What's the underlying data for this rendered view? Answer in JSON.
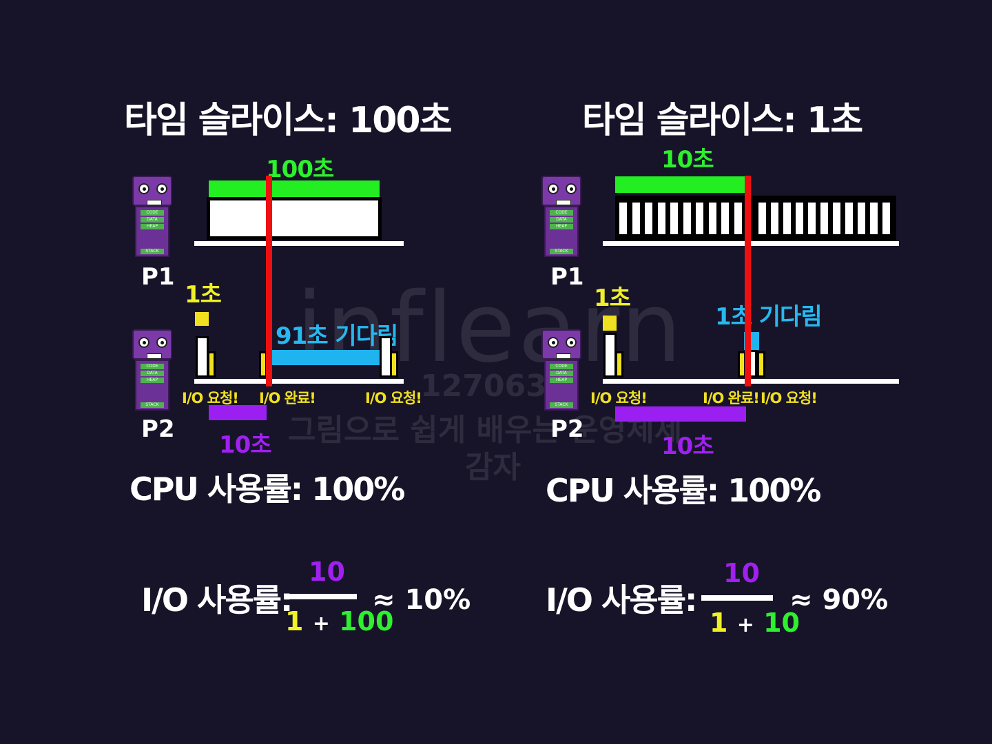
{
  "left": {
    "title": "타임 슬라이스: 100초",
    "burst_label": "100초",
    "p1_label": "P1",
    "p2_label": "P2",
    "io_time_label": "1초",
    "wait_label": "91초 기다림",
    "io_request_1": "I/O 요청!",
    "io_complete": "I/O 완료!",
    "io_request_2": "I/O 요청!",
    "io_duration_label": "10초",
    "cpu_usage": "CPU 사용률: 100%",
    "io_usage_label": "I/O 사용률:",
    "frac_numerator": "10",
    "frac_den_a": "1",
    "frac_plus": "+",
    "frac_den_b": "100",
    "approx": "≈ 10%"
  },
  "right": {
    "title": "타임 슬라이스: 1초",
    "burst_label": "10초",
    "p1_label": "P1",
    "p2_label": "P2",
    "io_time_label": "1초",
    "wait_label": "1초 기다림",
    "io_request_1": "I/O 요청!",
    "io_complete": "I/O 완료!",
    "io_request_2": "I/O 요청!",
    "io_duration_label": "10초",
    "cpu_usage": "CPU 사용률: 100%",
    "io_usage_label": "I/O 사용률:",
    "frac_numerator": "10",
    "frac_den_a": "1",
    "frac_plus": "+",
    "frac_den_b": "10",
    "approx": "≈ 90%"
  },
  "process_segments": [
    "CODE",
    "DATA",
    "HEAP",
    "STACK"
  ],
  "watermark": {
    "brand": "inflearn",
    "id": "1270633",
    "course": "그림으로 쉽게 배우는 운영체제",
    "author": "감자"
  },
  "colors": {
    "background": "#171429",
    "cpu_burst": "#22ee22",
    "io_burst": "#9a1ff0",
    "wait": "#1fb3ef",
    "io_time": "#f0e020",
    "marker": "#ee1010"
  }
}
